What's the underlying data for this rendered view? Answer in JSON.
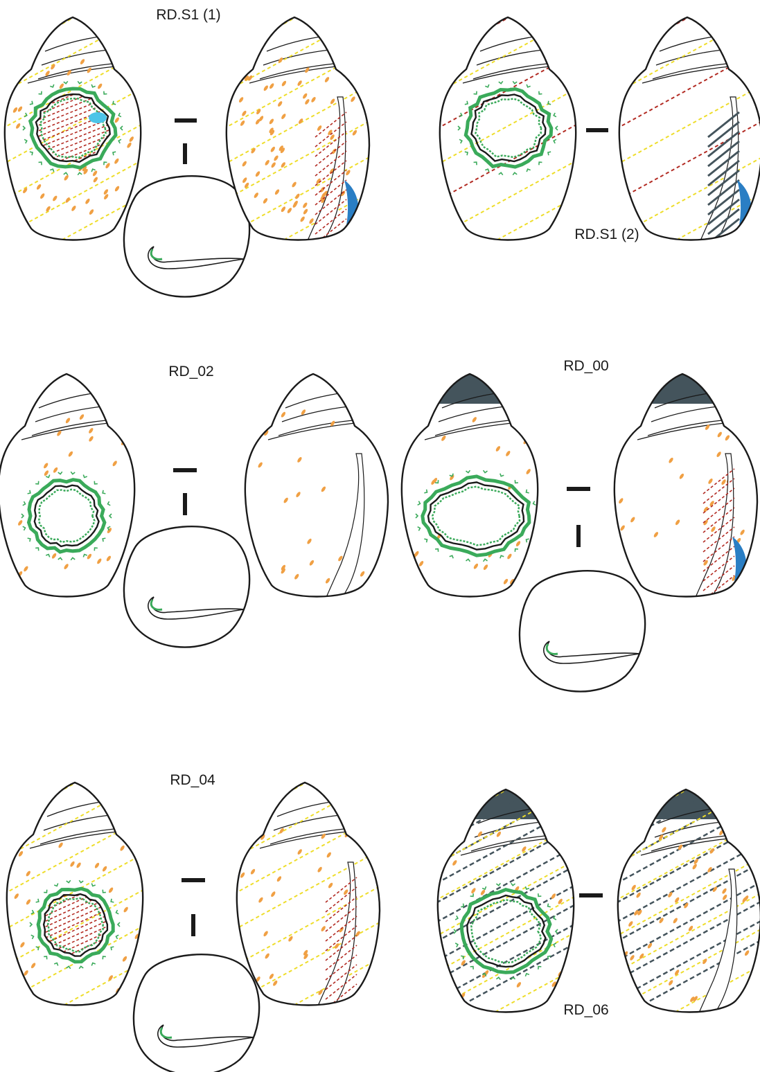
{
  "colors": {
    "outline": "#1a1a1a",
    "orange_spot": "#f0a044",
    "yellow_band": "#eedd2a",
    "red_hatch": "#b22a22",
    "green_ring": "#3aaa5a",
    "blue_patch": "#2a7ec4",
    "light_blue_patch": "#4cc4e8",
    "dark_apex": "#44545c",
    "grey_hatch": "#44545c",
    "background": "#ffffff"
  },
  "specimens": [
    {
      "id": "rd-s1-1",
      "label": "RD.S1 (1)",
      "apex_dark": false,
      "ring": "hatched",
      "has_aperture_view": true,
      "back_hatch": "red",
      "back_blue": true,
      "bands": "yellow",
      "grey_hatch": false
    },
    {
      "id": "rd-s1-2",
      "label": "RD.S1 (2)",
      "apex_dark": false,
      "ring": "open",
      "has_aperture_view": false,
      "back_hatch": "grey",
      "back_blue": true,
      "bands": "yellow-red",
      "grey_hatch": false
    },
    {
      "id": "rd-02",
      "label": "RD_02",
      "apex_dark": false,
      "ring": "open",
      "has_aperture_view": true,
      "back_hatch": "none",
      "back_blue": false,
      "bands": "none",
      "grey_hatch": false
    },
    {
      "id": "rd-00",
      "label": "RD_00",
      "apex_dark": true,
      "ring": "open",
      "has_aperture_view": true,
      "back_hatch": "red",
      "back_blue": true,
      "bands": "none",
      "grey_hatch": false
    },
    {
      "id": "rd-04",
      "label": "RD_04",
      "apex_dark": false,
      "ring": "hatched",
      "has_aperture_view": true,
      "back_hatch": "red",
      "back_blue": false,
      "bands": "yellow",
      "grey_hatch": false
    },
    {
      "id": "rd-06",
      "label": "RD_06",
      "apex_dark": true,
      "ring": "open",
      "has_aperture_view": false,
      "back_hatch": "none",
      "back_blue": false,
      "bands": "yellow",
      "grey_hatch": true
    }
  ]
}
